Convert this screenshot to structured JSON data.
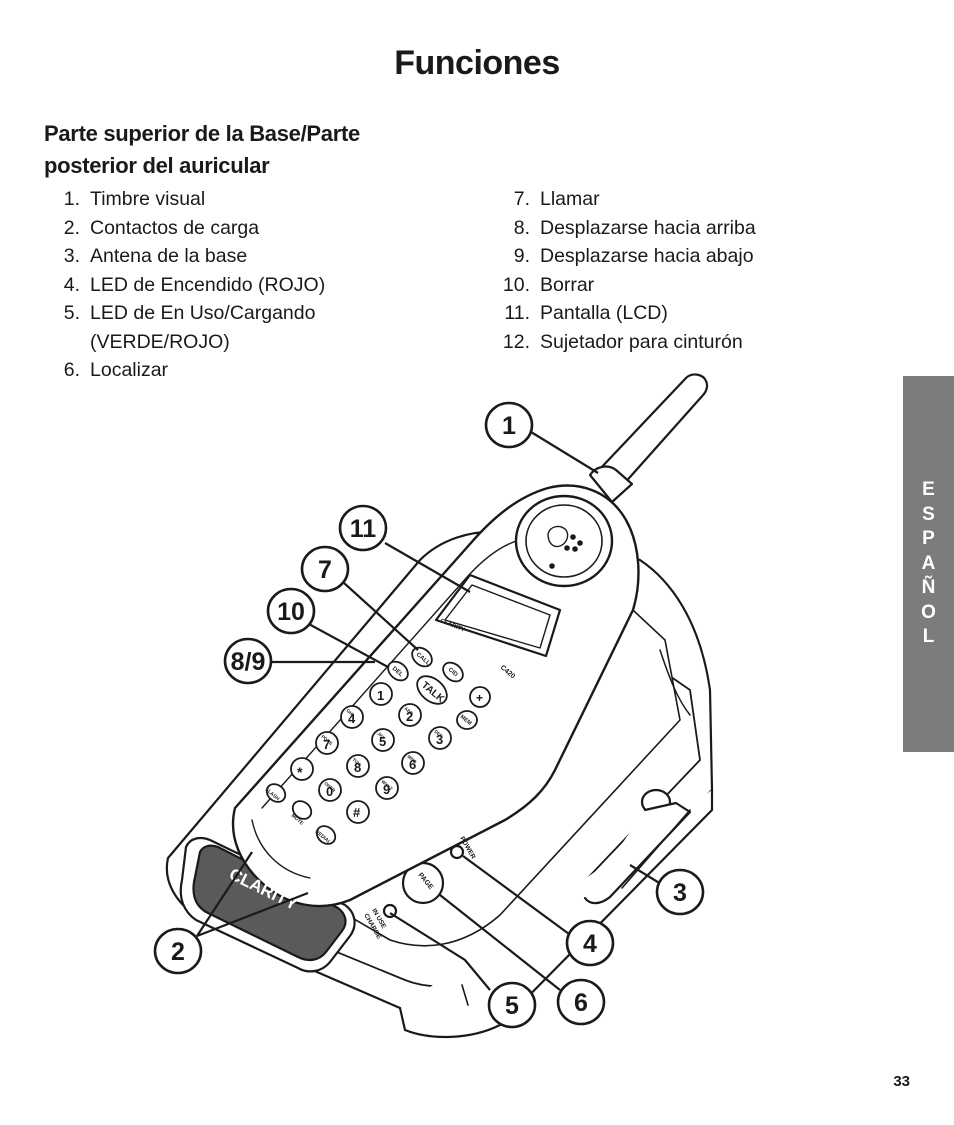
{
  "page": {
    "title": "Funciones",
    "subtitle": "Parte superior de la Base/Parte posterior del auricular",
    "page_number": "33",
    "side_tab": [
      "E",
      "S",
      "P",
      "A",
      "Ñ",
      "O",
      "L"
    ]
  },
  "list_left": [
    {
      "num": "1.",
      "text": "Timbre visual"
    },
    {
      "num": "2.",
      "text": "Contactos de carga"
    },
    {
      "num": "3.",
      "text": "Antena de la base"
    },
    {
      "num": "4.",
      "text": "LED de Encendido (ROJO)"
    },
    {
      "num": "5.",
      "text": "LED de En Uso/Cargando"
    },
    {
      "num": "",
      "text": "(VERDE/ROJO)"
    },
    {
      "num": "6.",
      "text": "Localizar"
    }
  ],
  "list_right": [
    {
      "num": "7.",
      "text": "Llamar"
    },
    {
      "num": "8.",
      "text": "Desplazarse hacia arriba"
    },
    {
      "num": "9.",
      "text": "Desplazarse hacia abajo"
    },
    {
      "num": "10.",
      "text": "Borrar"
    },
    {
      "num": "11.",
      "text": "Pantalla (LCD)"
    },
    {
      "num": "12.",
      "text": "Sujetador para cinturón"
    }
  ],
  "diagram": {
    "callouts": [
      "1",
      "11",
      "7",
      "10",
      "8/9",
      "2",
      "3",
      "4",
      "5",
      "6"
    ],
    "handset": {
      "brand": "CLARITY",
      "model": "C420",
      "keys": {
        "call": "CALL",
        "cid": "CID",
        "del": "DEL",
        "talk": "TALK",
        "plus": "+",
        "mem": "MEM",
        "flash": "FLASH",
        "mute": "MUTE",
        "redial": "REDIAL",
        "star": "*",
        "hash": "#"
      },
      "digits": [
        "1",
        "2",
        "3",
        "4",
        "5",
        "6",
        "7",
        "8",
        "9",
        "0"
      ],
      "letters": [
        "",
        "ABC",
        "DEF",
        "GHI",
        "JKL",
        "MNO",
        "PQRS",
        "TUV",
        "WXYZ",
        "OPER"
      ]
    },
    "base": {
      "brand": "CLARITY",
      "power_label": "POWER",
      "page_label": "PAGE",
      "in_use_label": "IN USE",
      "charge_label": "CHARGE"
    }
  },
  "colors": {
    "ink": "#1a1a1a",
    "side_tab": "#7c7c7c",
    "brand_strip": "#5a5a5a"
  }
}
